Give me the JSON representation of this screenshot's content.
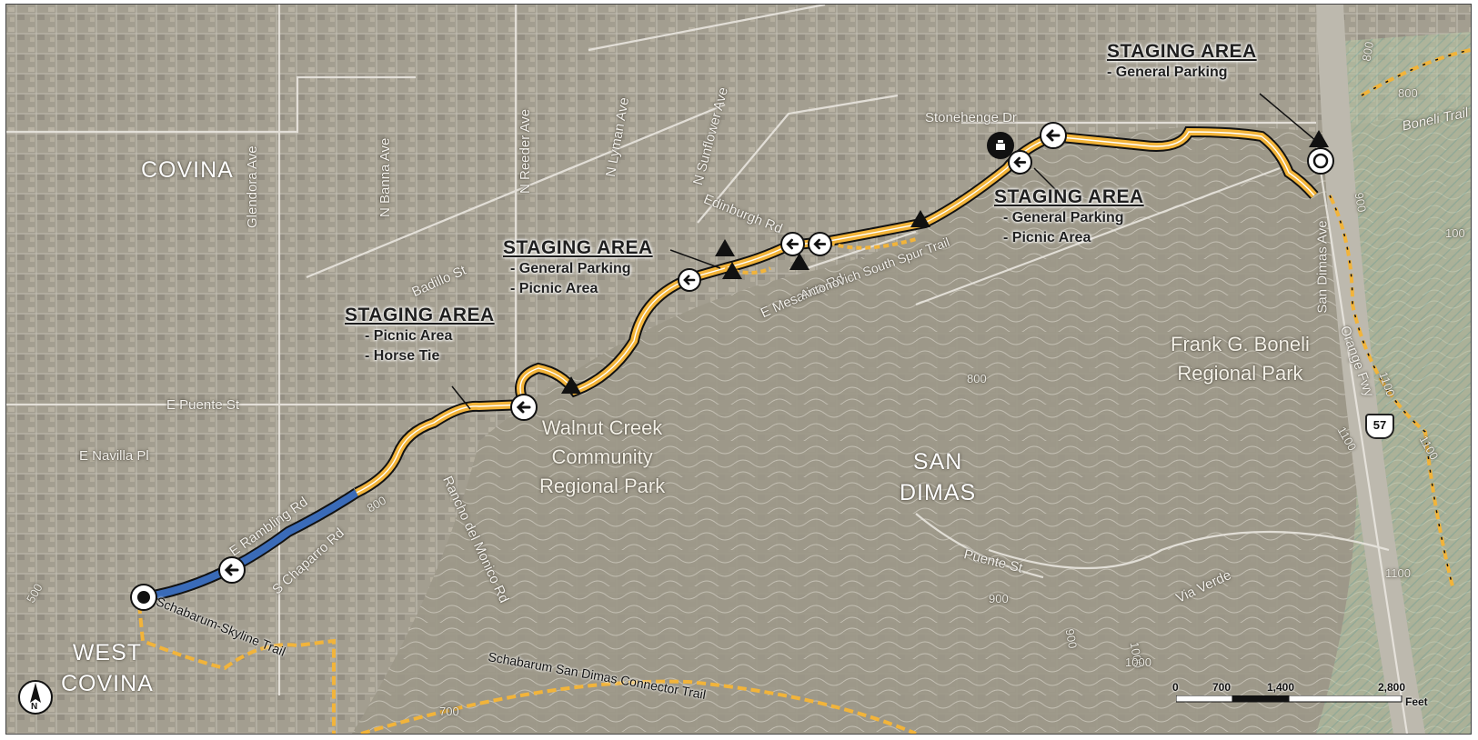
{
  "cities": {
    "covina": "COVINA",
    "san_dimas": "SAN\nDIMAS",
    "west_covina": "WEST\nCOVINA"
  },
  "parks": {
    "walnut_creek": "Walnut Creek\nCommunity\nRegional Park",
    "bonelli": "Frank G. Boneli\nRegional Park"
  },
  "streets": {
    "glendora": "Glendora Ave",
    "banna": "N Banna Ave",
    "reeder": "N Reeder Ave",
    "lyman": "N Lyman Ave",
    "sunflower": "N Sunflower Ave",
    "badillo": "Badillo St",
    "edinburgh": "Edinburgh Rd",
    "stonehenge": "Stonehenge Dr",
    "mesarica": "E Mesarica Rd",
    "antonovich": "Antonovich South Spur Trail",
    "puente_e": "E Puente St",
    "navilla": "E Navilla Pl",
    "rambling": "E Rambling Rd",
    "chaparro": "S Chaparro Rd",
    "rancho": "Rancho del Monico Rd",
    "puente": "Puente St",
    "via_verde": "Via Verde",
    "san_dimas_ave": "San Dimas Ave",
    "orange_fwy": "Orange Fwy",
    "bonelli_trail": "Boneli Trail",
    "highway_shield": "57"
  },
  "trails": {
    "skyline": "Schabarum-Skyline Trail",
    "connector": "Schabarum San Dimas Connector Trail"
  },
  "contours": [
    "800",
    "800",
    "900",
    "1000",
    "1100",
    "1100",
    "1100",
    "1100",
    "900",
    "900",
    "800",
    "1000",
    "500",
    "700",
    "800",
    "100"
  ],
  "staging_areas": [
    {
      "title": "STAGING AREA",
      "items": [
        "- General Parking"
      ]
    },
    {
      "title": "STAGING AREA",
      "items": [
        "- General Parking",
        "- Picnic Area"
      ]
    },
    {
      "title": "STAGING AREA",
      "items": [
        "- General Parking",
        "- Picnic Area"
      ]
    },
    {
      "title": "STAGING AREA",
      "items": [
        "- Picnic Area",
        "- Horse Tie"
      ]
    }
  ],
  "scale": {
    "ticks": [
      "0",
      "700",
      "1,400",
      "2,800"
    ],
    "unit": "Feet"
  },
  "north_label": "N",
  "colors": {
    "trail_primary": "#f2b43a",
    "trail_segment_blue": "#3a6bb8",
    "connector_trail": "#f2b43a",
    "imagery_base": "#a9a496"
  }
}
